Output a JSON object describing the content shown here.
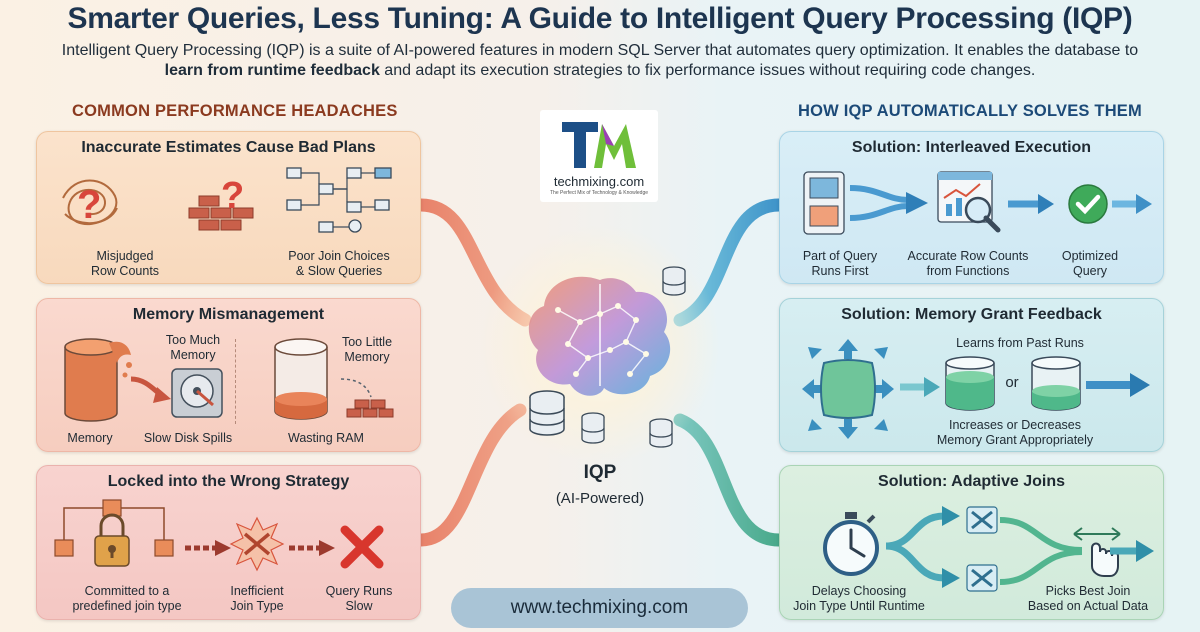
{
  "title": "Smarter Queries, Less Tuning: A Guide to Intelligent Query Processing (IQP)",
  "intro": {
    "before": "Intelligent Query Processing (IQP) is a suite of AI-powered features in modern SQL Server that automates query optimization. It enables the database to ",
    "bold": "learn from runtime feedback",
    "after": " and adapt its execution strategies to fix performance issues without requiring code changes."
  },
  "left_heading": "COMMON PERFORMANCE HEADACHES",
  "right_heading": "HOW IQP AUTOMATICALLY SOLVES THEM",
  "problems": [
    {
      "title": "Inaccurate Estimates Cause Bad Plans",
      "labels": [
        "Misjudged\nRow Counts",
        "Poor Join Choices\n& Slow Queries"
      ]
    },
    {
      "title": "Memory Mismanagement",
      "labels": [
        "Too Much\nMemory",
        "Too Little\nMemory",
        "Memory",
        "Slow Disk Spills",
        "Wasting RAM"
      ]
    },
    {
      "title": "Locked into the Wrong Strategy",
      "labels": [
        "Committed to a\npredefined join type",
        "Inefficient\nJoin Type",
        "Query Runs\nSlow"
      ]
    }
  ],
  "solutions": [
    {
      "title": "Solution: Interleaved Execution",
      "labels": [
        "Part of Query\nRuns First",
        "Accurate Row Counts\nfrom Functions",
        "Optimized\nQuery"
      ]
    },
    {
      "title": "Solution: Memory Grant Feedback",
      "labels": [
        "Learns from Past Runs",
        "or",
        "Increases or Decreases\nMemory Grant Appropriately"
      ]
    },
    {
      "title": "Solution: Adaptive Joins",
      "labels": [
        "Delays Choosing\nJoin Type Until Runtime",
        "Picks Best Join\nBased on Actual Data"
      ]
    }
  ],
  "logo": {
    "name": "techmixing.com",
    "tagline": "The Perfect Mix of Technology & Knowledge"
  },
  "center": {
    "label": "IQP",
    "sublabel": "(AI-Powered)"
  },
  "url": "www.techmixing.com",
  "colors": {
    "title": "#1d3550",
    "left_heading": "#8b3a1f",
    "right_heading": "#1c4a78",
    "url_pill": "#a9c4d6"
  }
}
